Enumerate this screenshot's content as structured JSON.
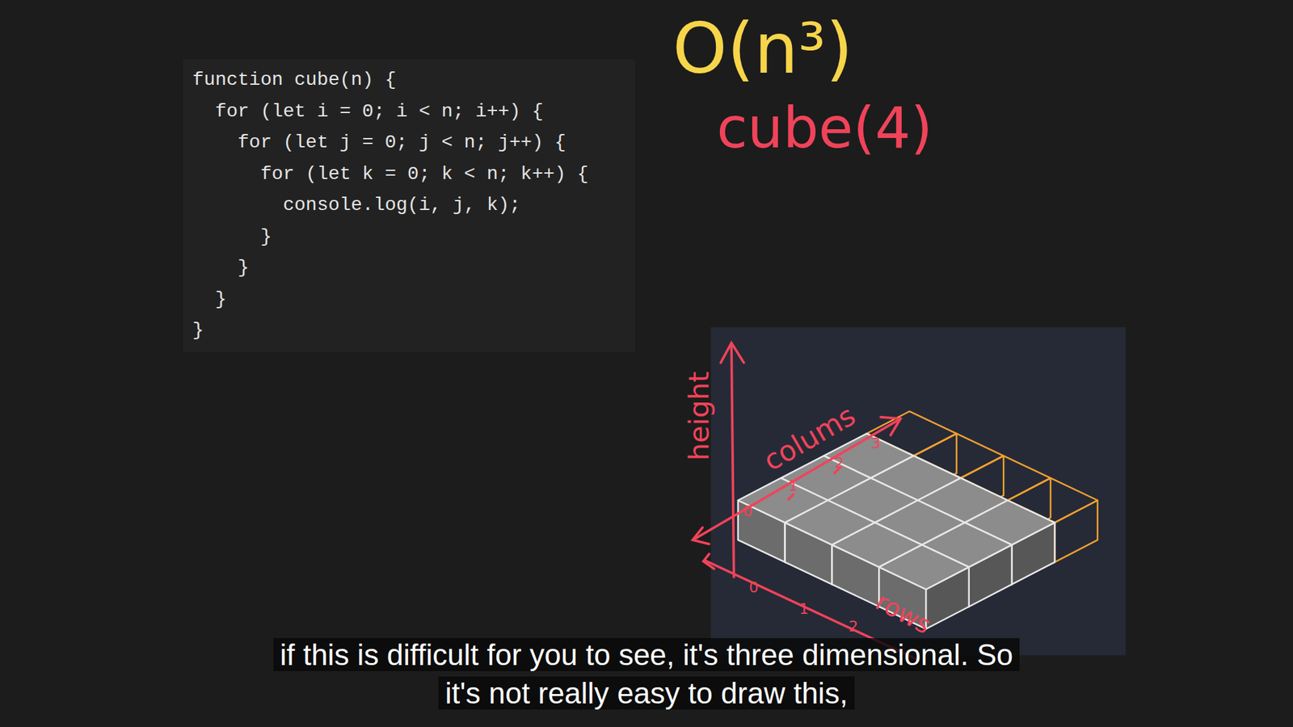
{
  "diagram": {
    "nodes": [
      {
        "text": [
          "function cube(n) {",
          "  for (let i = 0; i < n; i++) {",
          "    for (let j = 0; j < n; j++) {",
          "      for (let k = 0; k < n; k++) {",
          "        console.log(i, j, k);",
          "      }",
          "    }",
          "  }",
          "}"
        ]
      },
      {
        "text": [
          "if this is difficult for you to see, it's three dimensional. So it's not really easy to draw this,"
        ]
      }
    ],
    "labels": [
      "O(n³)",
      "cube(4)",
      "height",
      "colums",
      "0",
      "1",
      "2",
      "3",
      "0",
      "1",
      "2",
      "rows"
    ]
  }
}
